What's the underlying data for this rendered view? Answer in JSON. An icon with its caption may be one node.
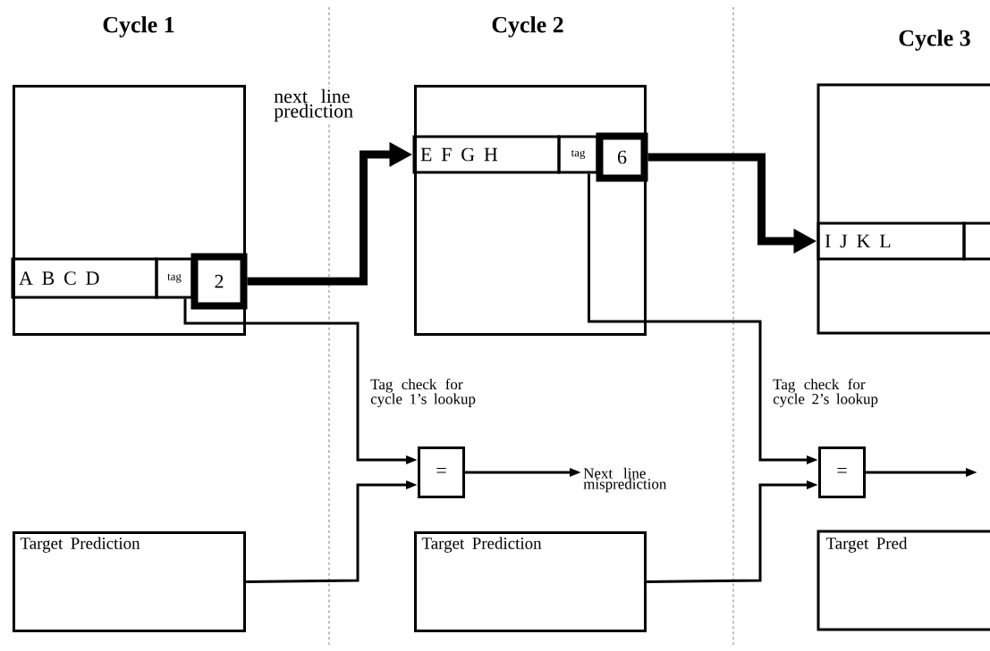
{
  "diagram": {
    "nodes": [
      {
        "text": [],
        "shape": "box"
      },
      {
        "text": [
          "A B C D"
        ],
        "in": 0
      },
      {
        "text": [
          "tag"
        ],
        "in": 0
      },
      {
        "text": [
          "2"
        ],
        "in": 0
      },
      {
        "text": [],
        "shape": "box"
      },
      {
        "text": [
          "E F G H"
        ],
        "in": 4
      },
      {
        "text": [
          "tag"
        ],
        "in": 4
      },
      {
        "text": [
          "6"
        ],
        "in": 4
      },
      {
        "text": [],
        "shape": "box"
      },
      {
        "text": [
          "I J K L"
        ],
        "in": 8
      },
      {
        "text": [],
        "shape": "box",
        "in": 8
      },
      {
        "text": [
          "="
        ]
      },
      {
        "text": [
          "="
        ]
      },
      {
        "text": [
          "Target Prediction"
        ]
      },
      {
        "text": [
          "Target Prediction"
        ]
      },
      {
        "text": [
          "Target Pred"
        ]
      },
      {
        "text": [
          "Next line misprediction"
        ]
      }
    ],
    "edges": [
      {
        "from": 3,
        "to": 5,
        "arrow": "to",
        "style": "thick",
        "label": "next line prediction"
      },
      {
        "from": 7,
        "to": 9,
        "arrow": "to",
        "style": "thick"
      },
      {
        "from": 2,
        "to": 11,
        "arrow": "to",
        "label": "Tag check for cycle 1’s lookup"
      },
      {
        "from": 13,
        "to": 11,
        "arrow": "to"
      },
      {
        "from": 11,
        "to": 16,
        "arrow": "to"
      },
      {
        "from": 6,
        "to": 12,
        "arrow": "to",
        "label": "Tag check for cycle 2’s lookup"
      },
      {
        "from": 14,
        "to": 12,
        "arrow": "to"
      },
      {
        "from": 12,
        "to": null,
        "arrow": "to"
      }
    ],
    "labels": [
      "Cycle 1",
      "Cycle 2",
      "Cycle 3"
    ]
  }
}
